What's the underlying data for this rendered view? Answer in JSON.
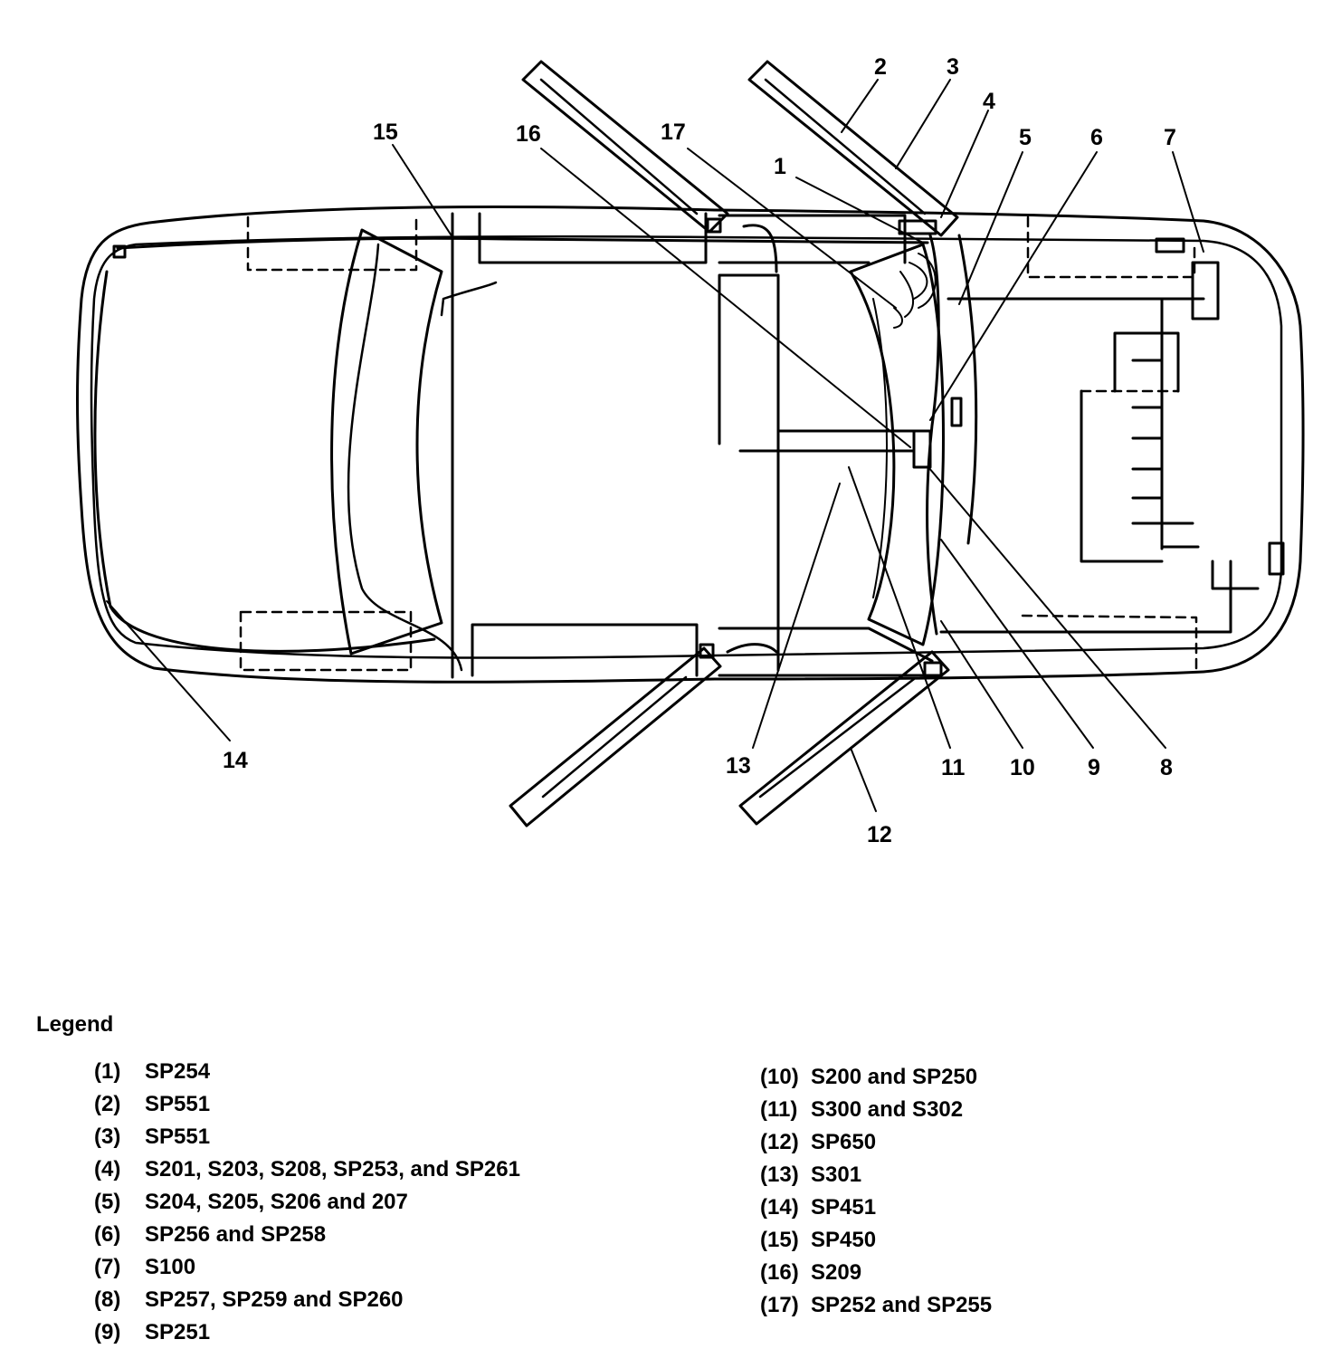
{
  "callouts": {
    "c1": "1",
    "c2": "2",
    "c3": "3",
    "c4": "4",
    "c5": "5",
    "c6": "6",
    "c7": "7",
    "c8": "8",
    "c9": "9",
    "c10": "10",
    "c11": "11",
    "c12": "12",
    "c13": "13",
    "c14": "14",
    "c15": "15",
    "c16": "16",
    "c17": "17"
  },
  "legend": {
    "title": "Legend",
    "left": [
      {
        "num": "(1)",
        "text": "SP254"
      },
      {
        "num": "(2)",
        "text": "SP551"
      },
      {
        "num": "(3)",
        "text": "SP551"
      },
      {
        "num": "(4)",
        "text": "S201, S203, S208, SP253, and SP261"
      },
      {
        "num": "(5)",
        "text": "S204, S205, S206 and 207"
      },
      {
        "num": "(6)",
        "text": "SP256 and SP258"
      },
      {
        "num": "(7)",
        "text": "S100"
      },
      {
        "num": "(8)",
        "text": "SP257, SP259 and SP260"
      },
      {
        "num": "(9)",
        "text": "SP251"
      }
    ],
    "right": [
      {
        "num": "(10)",
        "text": "S200 and SP250"
      },
      {
        "num": "(11)",
        "text": "S300 and S302"
      },
      {
        "num": "(12)",
        "text": "SP650"
      },
      {
        "num": "(13)",
        "text": "S301"
      },
      {
        "num": "(14)",
        "text": "SP451"
      },
      {
        "num": "(15)",
        "text": "SP450"
      },
      {
        "num": "(16)",
        "text": "S209"
      },
      {
        "num": "(17)",
        "text": "SP252 and SP255"
      }
    ]
  }
}
